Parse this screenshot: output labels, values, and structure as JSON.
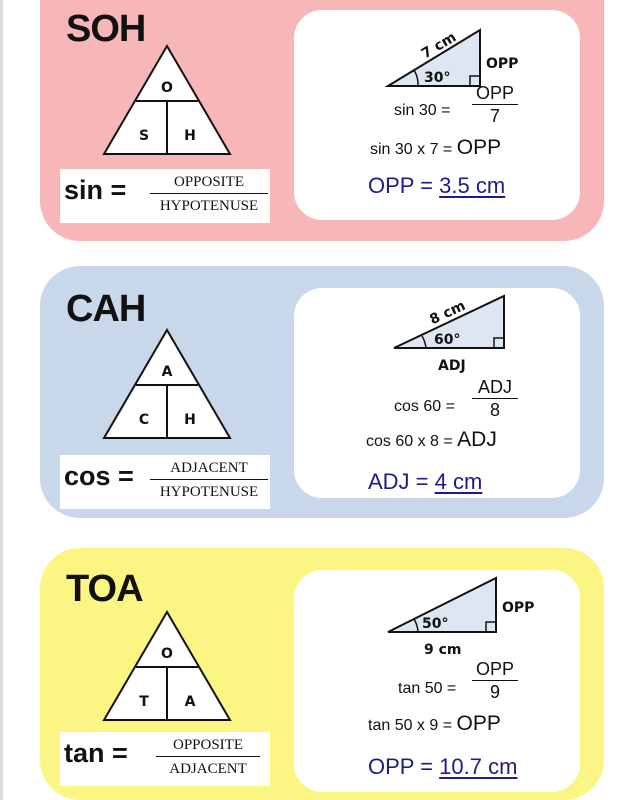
{
  "colors": {
    "sin_bg": "#f7b7b9",
    "cos_bg": "#c8d7ea",
    "tan_bg": "#fbf683",
    "panel_bg": "#ffffff",
    "triangle_fill": "#dde6f2",
    "result_text": "#1c1c8a"
  },
  "sections": {
    "sin": {
      "title": "SOH",
      "triangle": {
        "top": "O",
        "bottom_left": "S",
        "bottom_right": "H"
      },
      "formula": {
        "fn": "sin =",
        "numerator": "OPPOSITE",
        "denominator": "HYPOTENUSE"
      },
      "example": {
        "hyp_label": "7 cm",
        "angle_label": "30°",
        "side_label": "OPP",
        "eq1_lhs": "sin 30 =",
        "eq1_num": "OPP",
        "eq1_den": "7",
        "eq2_lhs": "sin 30 x 7 =",
        "eq2_rhs": "OPP",
        "result_lhs": "OPP =",
        "result_value": "3.5 cm"
      }
    },
    "cos": {
      "title": "CAH",
      "triangle": {
        "top": "A",
        "bottom_left": "C",
        "bottom_right": "H"
      },
      "formula": {
        "fn": "cos =",
        "numerator": "ADJACENT",
        "denominator": "HYPOTENUSE"
      },
      "example": {
        "hyp_label": "8 cm",
        "angle_label": "60°",
        "side_label": "ADJ",
        "eq1_lhs": "cos 60 =",
        "eq1_num": "ADJ",
        "eq1_den": "8",
        "eq2_lhs": "cos 60 x 8 =",
        "eq2_rhs": "ADJ",
        "result_lhs": "ADJ =",
        "result_value": "4 cm"
      }
    },
    "tan": {
      "title": "TOA",
      "triangle": {
        "top": "O",
        "bottom_left": "T",
        "bottom_right": "A"
      },
      "formula": {
        "fn": "tan =",
        "numerator": "OPPOSITE",
        "denominator": "ADJACENT"
      },
      "example": {
        "angle_label": "50°",
        "side_label": "OPP",
        "base_label": "9 cm",
        "eq1_lhs": "tan 50 =",
        "eq1_num": "OPP",
        "eq1_den": "9",
        "eq2_lhs": "tan 50 x 9 =",
        "eq2_rhs": "OPP",
        "result_lhs": "OPP =",
        "result_value": "10.7 cm"
      }
    }
  }
}
